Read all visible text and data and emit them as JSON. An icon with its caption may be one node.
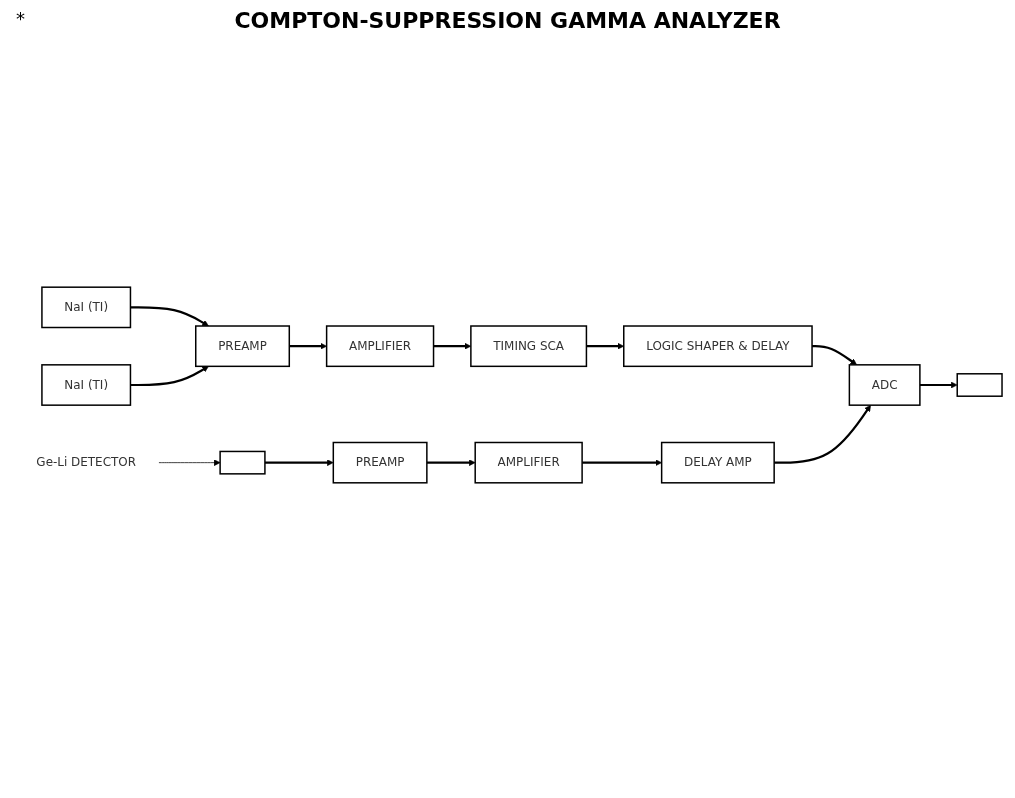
{
  "diagram": {
    "title": "COMPTON-SUPPRESSION GAMMA ANALYZER",
    "nodes": [
      {
        "text": [
          "AMPLIFIER"
        ]
      },
      {
        "text": [
          "TIMING SCA"
        ]
      },
      {
        "text": [
          "LOGIC SHAPER & DELAY"
        ]
      },
      {
        "text": [
          "PREAMP"
        ]
      },
      {
        "text": [
          "NaI (TI)"
        ]
      },
      {
        "text": [
          "NaI (TI)"
        ]
      },
      {
        "text": [],
        "shape": "box"
      },
      {
        "text": [
          "ADC"
        ]
      },
      {
        "text": [],
        "shape": "box"
      },
      {
        "text": [
          "PREAMP"
        ]
      },
      {
        "text": [
          "AMPLIFIER"
        ]
      },
      {
        "text": [
          "DELAY AMP"
        ]
      },
      {
        "text": [
          "Ge-Li DETECTOR"
        ]
      }
    ],
    "edges": [
      {
        "from": 0,
        "to": 1,
        "arrow": "to"
      },
      {
        "from": 1,
        "to": 2,
        "arrow": "to"
      },
      {
        "from": 2,
        "to": 7,
        "arrow": "to"
      },
      {
        "from": 3,
        "to": 0,
        "arrow": "to"
      },
      {
        "from": 4,
        "to": 3,
        "arrow": "to"
      },
      {
        "from": 5,
        "to": 3,
        "arrow": "to"
      },
      {
        "from": 7,
        "to": 8,
        "arrow": "to"
      },
      {
        "from": 6,
        "to": 9,
        "arrow": "to"
      },
      {
        "from": 9,
        "to": 10,
        "arrow": "to"
      },
      {
        "from": 10,
        "to": 11,
        "arrow": "to"
      },
      {
        "from": 11,
        "to": 7,
        "arrow": "to"
      },
      {
        "from": 12,
        "to": 6,
        "arrow": "to"
      }
    ],
    "labels": [
      "*"
    ]
  }
}
